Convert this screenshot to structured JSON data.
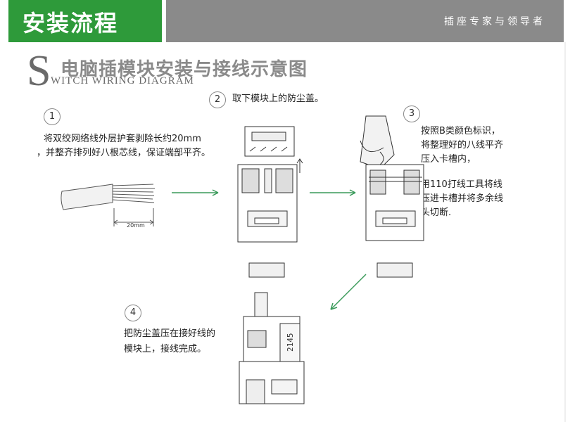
{
  "header": {
    "title": "安装流程",
    "slogan": "插座专家与领导者"
  },
  "diagram": {
    "title": "电脑插模块安装与接线示意图",
    "subtitle_initial": "S",
    "subtitle": "WITCH WIRING DIAGRAM"
  },
  "steps": [
    {
      "number": "1",
      "lines": [
        "将双绞网络线外层护套剥除长约20mm",
        "，并整齐排列好八根芯线，保证端部平齐。"
      ],
      "dim_label": "20mm"
    },
    {
      "number": "2",
      "lines": [
        "取下模块上的防尘盖。"
      ]
    },
    {
      "number": "3",
      "lines": [
        "按照B类颜色标识，",
        "将整理好的八线平齐",
        "压入卡槽内，"
      ],
      "extra_lines": [
        "用110打线工具将线",
        "压进卡槽并将多余线",
        "头切断."
      ]
    },
    {
      "number": "4",
      "lines": [
        "把防尘盖压在接好线的",
        "模块上，接线完成。"
      ],
      "module_label": "2145"
    }
  ],
  "colors": {
    "green": "#2e9a3a",
    "gray": "#8a8a8a",
    "arrow": "#3a9a5a"
  }
}
